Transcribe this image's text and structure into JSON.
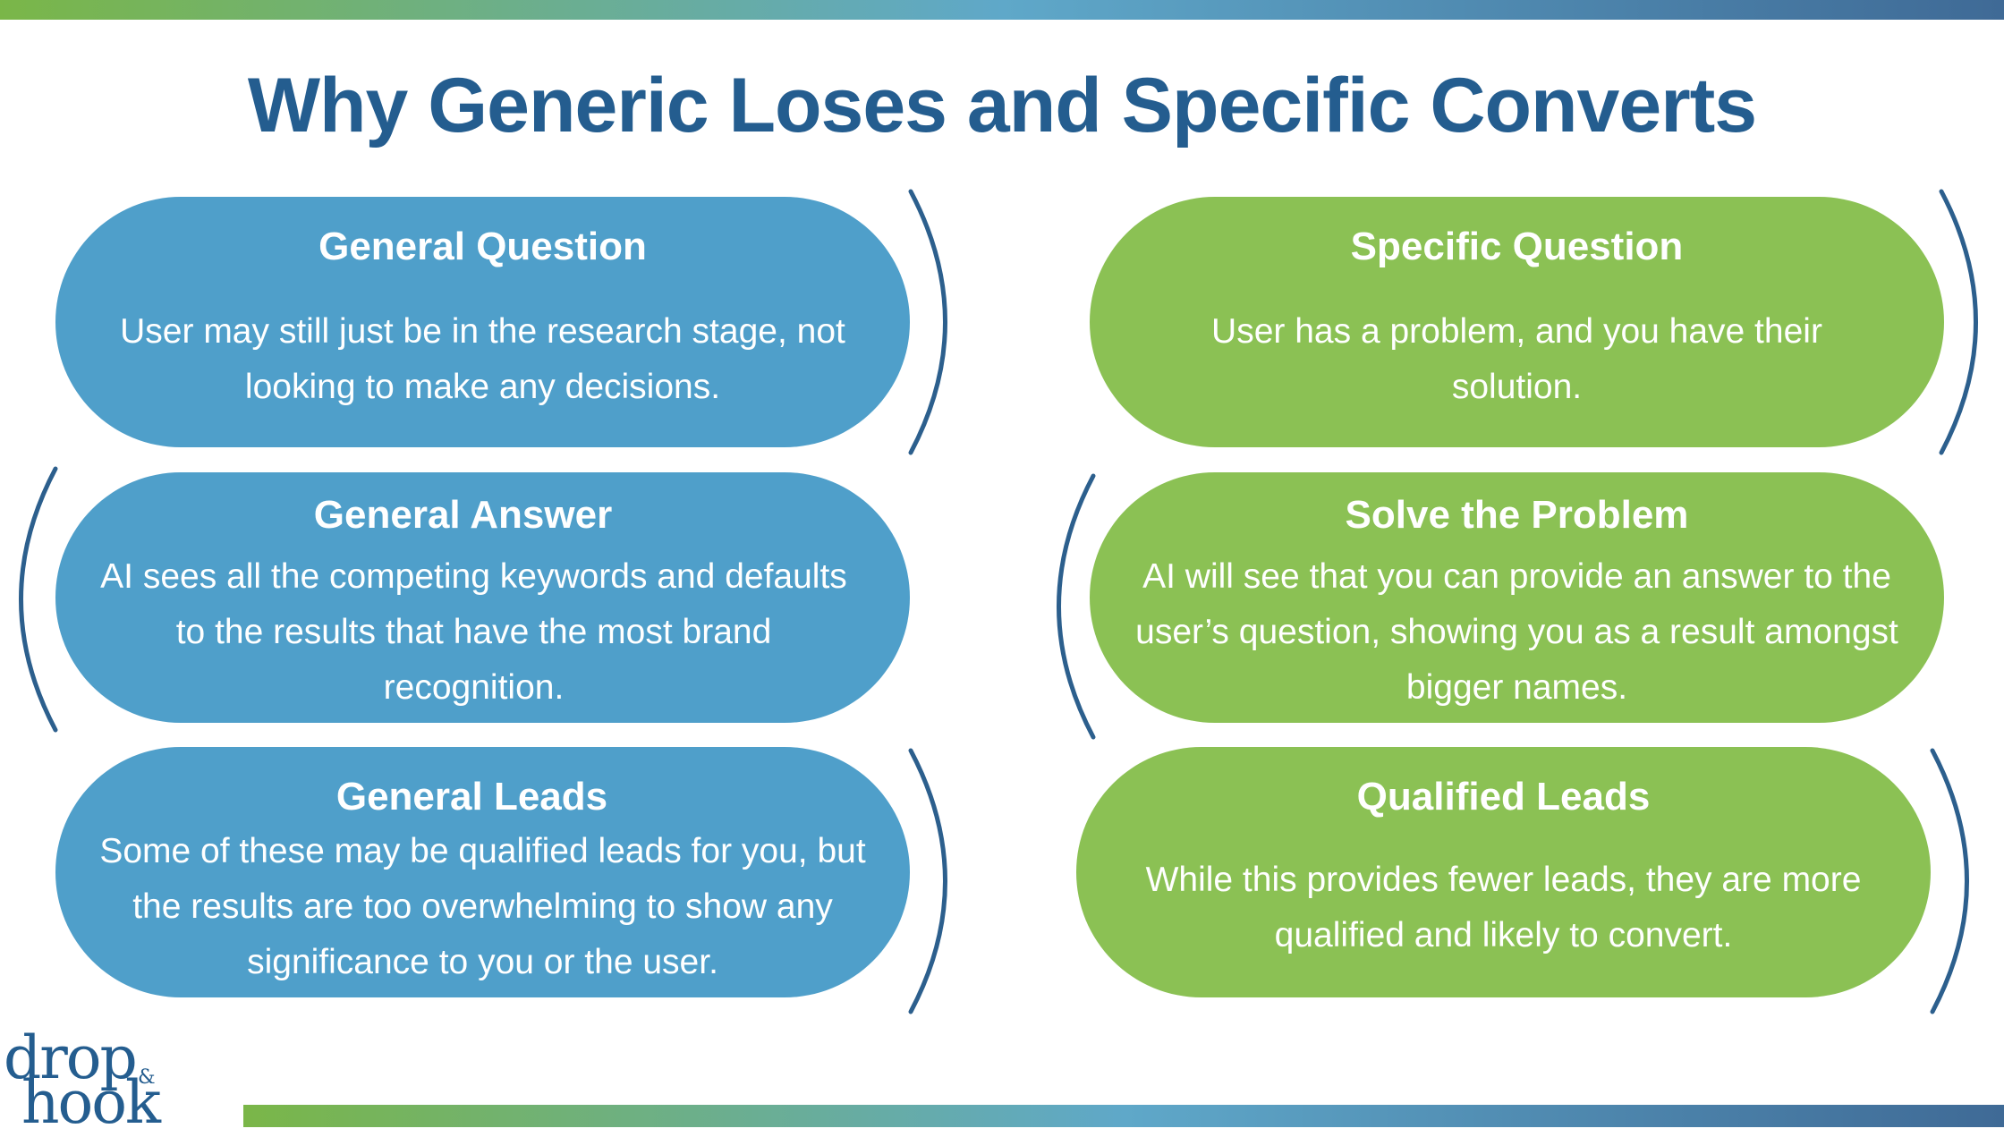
{
  "title": "Why Generic Loses and Specific Converts",
  "colors": {
    "blue": "#4f9fca",
    "green": "#8bc154",
    "title": "#245d8f",
    "bracket": "#2c5f8d"
  },
  "left": [
    {
      "heading": "General Question",
      "body": "User may still just be in the research stage, not looking to make any decisions."
    },
    {
      "heading": "General Answer",
      "body": "AI sees all the competing keywords and defaults to the results that have the most brand recognition."
    },
    {
      "heading": "General Leads",
      "body": "Some of these may be qualified leads for you, but the results are too overwhelming to show any significance to you or the user."
    }
  ],
  "right": [
    {
      "heading": "Specific Question",
      "body": "User has a problem, and you have their solution."
    },
    {
      "heading": "Solve the Problem",
      "body": "AI will see that you can provide an answer to the user’s question, showing you as a result amongst bigger names."
    },
    {
      "heading": "Qualified Leads",
      "body": "While this provides fewer leads, they are more qualified and likely to convert."
    }
  ],
  "logo": {
    "line1": "drop",
    "amp": "&",
    "line2": "hook"
  }
}
